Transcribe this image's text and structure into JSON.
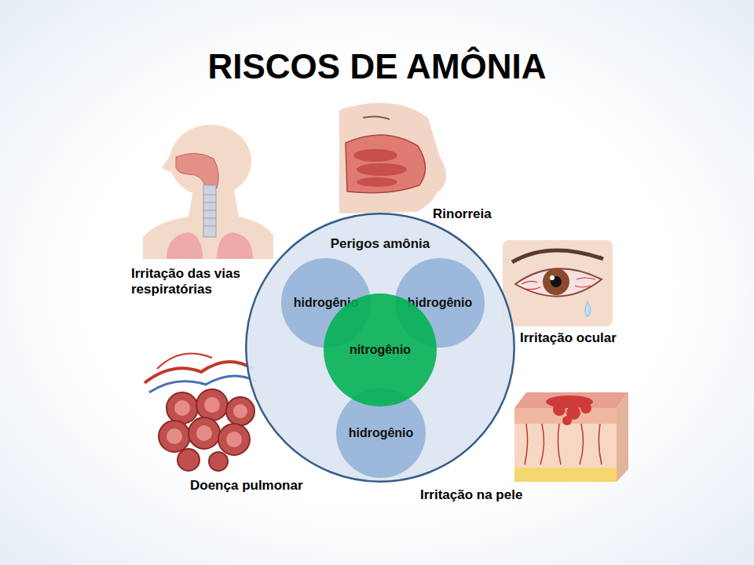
{
  "diagram": {
    "title": "RISCOS DE AMÔNIA",
    "nodes": [
      {
        "text": [
          "Perigos amônia"
        ]
      },
      {
        "text": [
          "hidrogênio"
        ],
        "in": 0
      },
      {
        "text": [
          "hidrogênio"
        ],
        "in": 0
      },
      {
        "text": [
          "nitrogênio"
        ],
        "in": 0
      },
      {
        "text": [
          "hidrogênio"
        ],
        "in": 0
      }
    ],
    "labels": [
      "Rinorreia",
      "Irritação das vias respiratórias",
      "Irritação ocular",
      "Doença pulmonar",
      "Irritação na pele"
    ]
  }
}
